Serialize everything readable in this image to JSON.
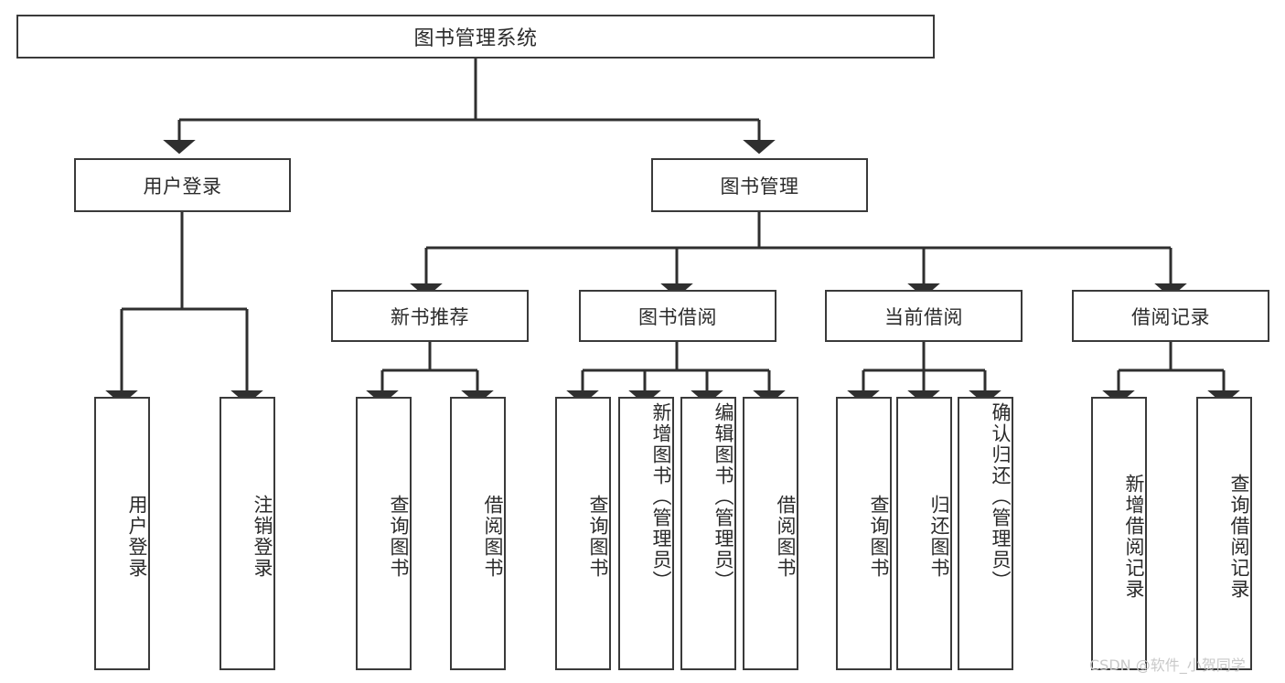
{
  "diagram": {
    "title": "图书管理系统",
    "type": "hierarchy-tree",
    "background_color": "#ffffff",
    "line_color": "#3a3a3a",
    "text_color": "#2b2b2b",
    "root": {
      "label": "图书管理系统"
    },
    "level2": [
      {
        "label": "用户登录"
      },
      {
        "label": "图书管理"
      }
    ],
    "level3": [
      {
        "label": "新书推荐"
      },
      {
        "label": "图书借阅"
      },
      {
        "label": "当前借阅"
      },
      {
        "label": "借阅记录"
      }
    ],
    "leaves": {
      "user_login": [
        {
          "label": "用户登录"
        },
        {
          "label": "注销登录"
        }
      ],
      "new_book_recommend": [
        {
          "label": "查询图书"
        },
        {
          "label": "借阅图书"
        }
      ],
      "book_borrow": [
        {
          "label": "查询图书"
        },
        {
          "label": "新增图书（管理员）"
        },
        {
          "label": "编辑图书（管理员）"
        },
        {
          "label": "借阅图书"
        }
      ],
      "current_borrow": [
        {
          "label": "查询图书"
        },
        {
          "label": "归还图书"
        },
        {
          "label": "确认归还（管理员）"
        }
      ],
      "borrow_record": [
        {
          "label": "新增借阅记录"
        },
        {
          "label": "查询借阅记录"
        }
      ]
    }
  },
  "watermark": {
    "text": "CSDN @软件_小贺同学"
  }
}
